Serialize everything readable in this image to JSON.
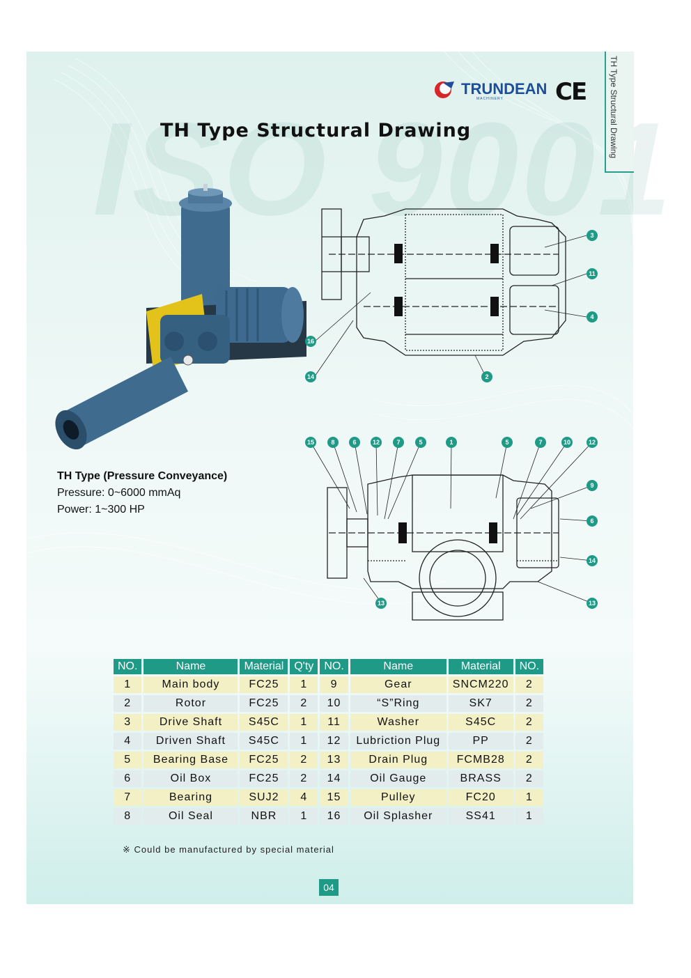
{
  "brand": {
    "logo_text": "TRUNDEAN",
    "logo_sub": "MACHINERY",
    "cert_mark": "CE"
  },
  "side_tab": "TH Type Structural Drawing",
  "watermark": "ISO 9001",
  "title": "TH Type Structural Drawing",
  "product": {
    "title": "TH Type (Pressure Conveyance)",
    "pressure": "Pressure: 0~6000 mmAq",
    "power": "Power: 1~300 HP"
  },
  "drawing_top_callouts": [
    "3",
    "11",
    "4",
    "16",
    "14",
    "2"
  ],
  "drawing_bottom_callouts": [
    "15",
    "8",
    "6",
    "12",
    "7",
    "5",
    "1",
    "5",
    "7",
    "10",
    "12",
    "9",
    "6",
    "14",
    "13",
    "13"
  ],
  "table": {
    "headers": [
      "NO.",
      "Name",
      "Material",
      "Q'ty",
      "NO.",
      "Name",
      "Material",
      "NO."
    ],
    "rows": [
      [
        "1",
        "Main body",
        "FC25",
        "1",
        "9",
        "Gear",
        "SNCM220",
        "2"
      ],
      [
        "2",
        "Rotor",
        "FC25",
        "2",
        "10",
        "“S”Ring",
        "SK7",
        "2"
      ],
      [
        "3",
        "Drive Shaft",
        "S45C",
        "1",
        "11",
        "Washer",
        "S45C",
        "2"
      ],
      [
        "4",
        "Driven Shaft",
        "S45C",
        "1",
        "12",
        "Lubriction Plug",
        "PP",
        "2"
      ],
      [
        "5",
        "Bearing Base",
        "FC25",
        "2",
        "13",
        "Drain Plug",
        "FCMB28",
        "2"
      ],
      [
        "6",
        "Oil Box",
        "FC25",
        "2",
        "14",
        "Oil Gauge",
        "BRASS",
        "2"
      ],
      [
        "7",
        "Bearing",
        "SUJ2",
        "4",
        "15",
        "Pulley",
        "FC20",
        "1"
      ],
      [
        "8",
        "Oil Seal",
        "NBR",
        "1",
        "16",
        "Oil Splasher",
        "SS41",
        "1"
      ]
    ]
  },
  "note": "※ Could be manufactured by special material",
  "page_number": "04",
  "colors": {
    "accent": "#1f9a86",
    "row_odd": "#f3f0c6",
    "row_even": "#e2ecec",
    "brand_blue": "#1c4e9c",
    "machine_blue": "#3f6b8f",
    "frame_yellow": "#e3c21a"
  }
}
